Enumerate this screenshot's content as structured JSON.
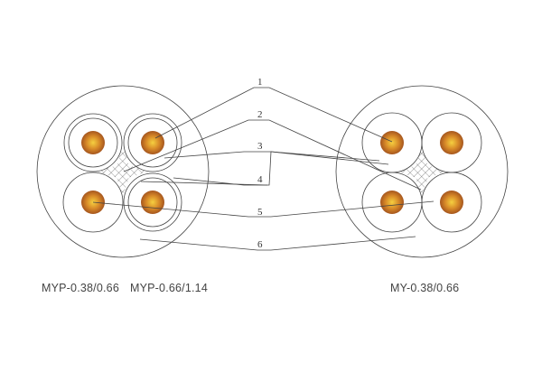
{
  "callouts": [
    "1",
    "2",
    "3",
    "4",
    "5",
    "6"
  ],
  "captions": {
    "left_a": "MYP-0.38/0.66",
    "left_b": "MYP-0.66/1.14",
    "right": "MY-0.38/0.66"
  },
  "colors": {
    "line": "#444444",
    "copper_light": "#f2c230",
    "copper_dark": "#a8501e"
  }
}
